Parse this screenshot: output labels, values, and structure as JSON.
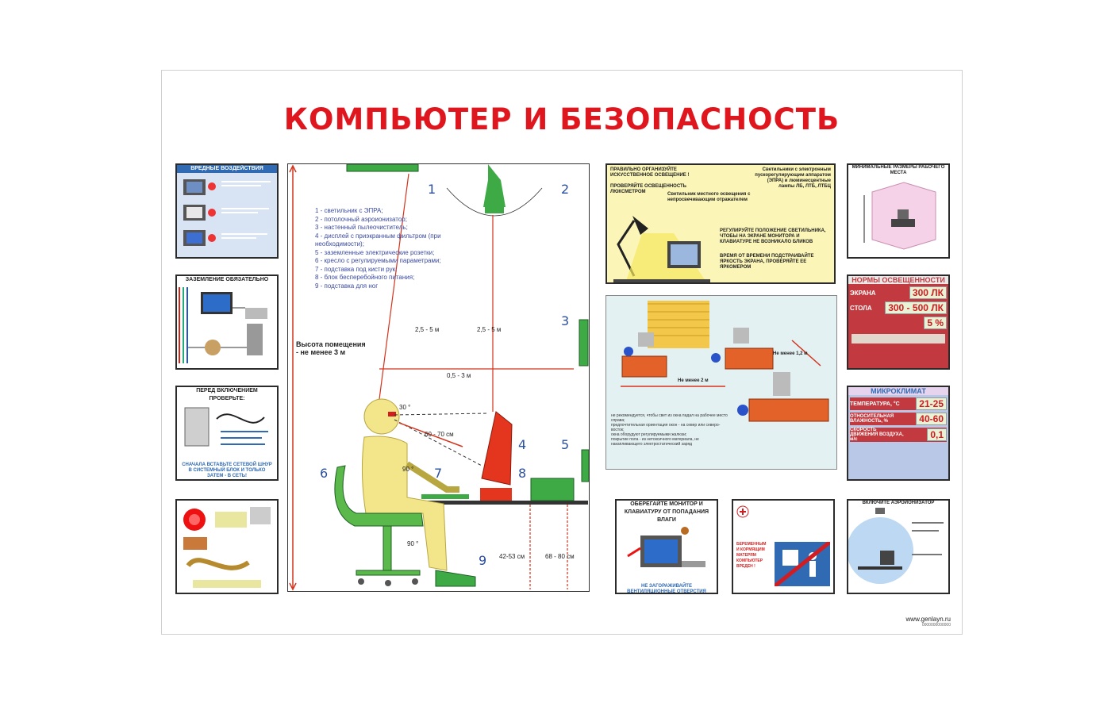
{
  "poster": {
    "title": "КОМПЬЮТЕР И БЕЗОПАСНОСТЬ",
    "website": "www.genlayn.ru",
    "website_sub": "0000000000000"
  },
  "left_panels": {
    "harmful": {
      "title": "ВРЕДНЫЕ ВОЗДЕЙСТВИЯ"
    },
    "grounding": {
      "title": "ЗАЗЕМЛЕНИЕ ОБЯЗАТЕЛЬНО"
    },
    "before_on": {
      "title": "ПЕРЕД ВКЛЮЧЕНИЕМ ПРОВЕРЬТЕ:",
      "footer": "СНАЧАЛА ВСТАВЬТЕ СЕТЕВОЙ ШНУР В СИСТЕМНЫЙ БЛОК И ТОЛЬКО ЗАТЕМ - В СЕТЬ!"
    },
    "heat": {
      "title": ""
    }
  },
  "main": {
    "legend": [
      "1 -  светильник с ЭПРА;",
      "2 -  потолочный аэроионизатор;",
      "3 -  настенный пылеочиститель;",
      "4 -  дисплей с приэкранным фильтром (при необходимости);",
      "5 -  заземленные электрические розетки;",
      "6 -  кресло с регулируемыми параметрами;",
      "7 -  подставка под кисти рук;",
      "8 -  блок бесперебойного питания;",
      "9 -  подставка для ног"
    ],
    "room_height": "Высота помещения - не менее 3 м",
    "dist_1": "2,5 - 5 м",
    "dist_2": "2,5 - 5 м",
    "dist_wall": "0,5 - 3 м",
    "angle_30": "30 °",
    "view_dist": "60 - 70 см",
    "angle_90a": "90 °",
    "angle_90b": "90 °",
    "height_seat": "42-53 см",
    "height_desk": "68 - 80 см",
    "n1": "1",
    "n2": "2",
    "n3": "3",
    "n4": "4",
    "n5": "5",
    "n6": "6",
    "n7": "7",
    "n8": "8",
    "n9": "9"
  },
  "lighting": {
    "header": "ПРАВИЛЬНО ОРГАНИЗУЙТЕ ИСКУССТВЕННОЕ ОСВЕЩЕНИЕ !",
    "sub": "ПРОВЕРЯЙТЕ ОСВЕЩЕННОСТЬ ЛЮКСМЕТРОМ",
    "lamps": "Светильники с электронным пускорегулирующим аппаратом (ЭПРА) и люминесцентные лампы ЛБ, ЛТБ, ЛТБЦ",
    "local": "Светильник местного освещения с непросвечивающим отражателем",
    "tip1": "РЕГУЛИРУЙТЕ ПОЛОЖЕНИЕ СВЕТИЛЬНИКА, ЧТОБЫ НА ЭКРАНЕ МОНИТОРА И КЛАВИАТУРЕ НЕ ВОЗНИКАЛО БЛИКОВ",
    "tip2": "ВРЕМЯ ОТ ВРЕМЕНИ ПОДСТРАИВАЙТЕ ЯРКОСТЬ ЭКРАНА, ПРОВЕРЯЙТЕ ЕЕ ЯРКОМЕРОМ"
  },
  "office": {
    "dist_a": "Не менее 1,2 м",
    "dist_b": "Не менее 2 м",
    "notes": [
      "не рекомендуется, чтобы свет из окна падал на рабочее место справа;",
      "предпочтительная ориентация окон - на север или северо-восток;",
      "окна оборудуют регулируемыми жалюзи;",
      "покрытие пола - из нетоксичного материала, не накапливающего электростатический заряд"
    ]
  },
  "bottom": {
    "protect_title": "ОБЕРЕГАЙТЕ МОНИТОР И КЛАВИАТУРУ ОТ ПОПАДАНИЯ ВЛАГИ",
    "protect_footer": "НЕ ЗАГОРАЖИВАЙТЕ ВЕНТИЛЯЦИОННЫЕ ОТВЕРСТИЯ МОНИТОРА",
    "pregnant": "БЕРЕМЕННЫМ И КОРМЯЩИМ МАТЕРЯМ КОМПЬЮТЕР ВРЕДЕН !",
    "ionizer_title": "ВКЛЮЧИТЕ АЭРОИОНИЗАТОР"
  },
  "right_panels": {
    "min_size_title": "МИНИМАЛЬНЫЕ РАЗМЕРЫ РАБОЧЕГО МЕСТА",
    "lighting_norms": {
      "title": "НОРМЫ ОСВЕЩЕННОСТИ",
      "screen_label": "ЭКРАНА",
      "screen_value": "300 ЛК",
      "table_label": "СТОЛА",
      "table_value": "300 - 500 ЛК",
      "other_value": "5 %"
    },
    "microclimate": {
      "title": "МИКРОКЛИМАТ",
      "temp_label": "ТЕМПЕРАТУРА, °С",
      "temp_value": "21-25",
      "humidity_label": "ОТНОСИТЕЛЬНАЯ ВЛАЖНОСТЬ, %",
      "humidity_value": "40-60",
      "air_label": "СКОРОСТЬ ДВИЖЕНИЯ ВОЗДУХА, м/с",
      "air_value": "0,1"
    }
  },
  "colors": {
    "title": "#e0161e",
    "accent_blue": "#2f6ab3",
    "figure_yellow": "#f3e58a",
    "desk_orange": "#e2622a"
  }
}
